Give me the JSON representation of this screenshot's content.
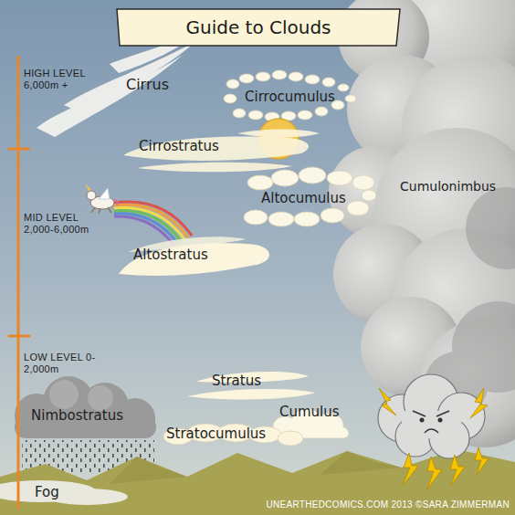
{
  "diagram": {
    "title": "Guide to Clouds",
    "labels": [
      "HIGH LEVEL 6,000m +",
      "Cirrus",
      "Cirrocumulus",
      "Cirrostratus",
      "MID LEVEL 2,000-6,000m",
      "Altocumulus",
      "Cumulonimbus",
      "Altostratus",
      "LOW LEVEL 0-2,000m",
      "Stratus",
      "Nimbostratus",
      "Cumulus",
      "Stratocumulus",
      "Fog",
      "UNEARTHEDCOMICS.COM 2013 ©SARA ZIMMERMAN"
    ]
  }
}
